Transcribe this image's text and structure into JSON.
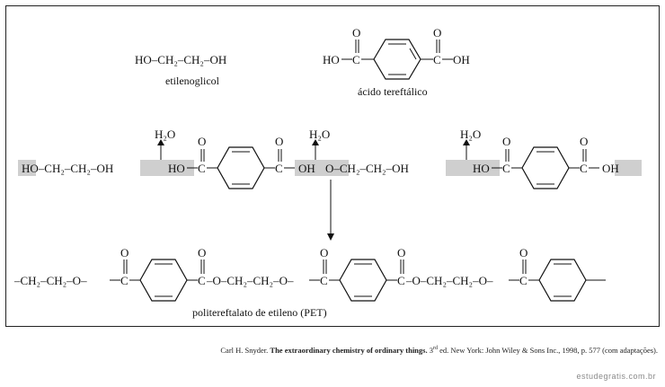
{
  "reactants": {
    "glycol": {
      "formula": "HO–CH₂–CH₂–OH",
      "name": "etilenoglicol"
    },
    "acid": {
      "oh_left": "HO",
      "carbonyl_o": "O",
      "carbon": "C",
      "oh_right": "OH",
      "name": "ácido tereftálico"
    }
  },
  "reaction": {
    "water": "H₂O",
    "row_start": "HO–CH₂–CH₂–OH",
    "ho": "HO",
    "oh": "OH",
    "o": "O",
    "c": "C",
    "glycol_mid": "O–CH₂–CH₂–OH",
    "highlight_color": "#cfcfcf"
  },
  "product": {
    "start": "–CH₂–CH₂–O–",
    "link": "–O–CH₂–CH₂–O–",
    "c": "C",
    "o": "O",
    "name": "politereftalato de etileno (PET)"
  },
  "caption": {
    "author": "Carl H. Snyder.",
    "title": "The extraordinary chemistry of ordinary things.",
    "edition_num": "3",
    "edition_sup": "rd",
    "rest": "ed. New York: John Wiley & Sons Inc., 1998, p. 577 (com adaptações)."
  },
  "watermark": "estudegratis.com.br"
}
